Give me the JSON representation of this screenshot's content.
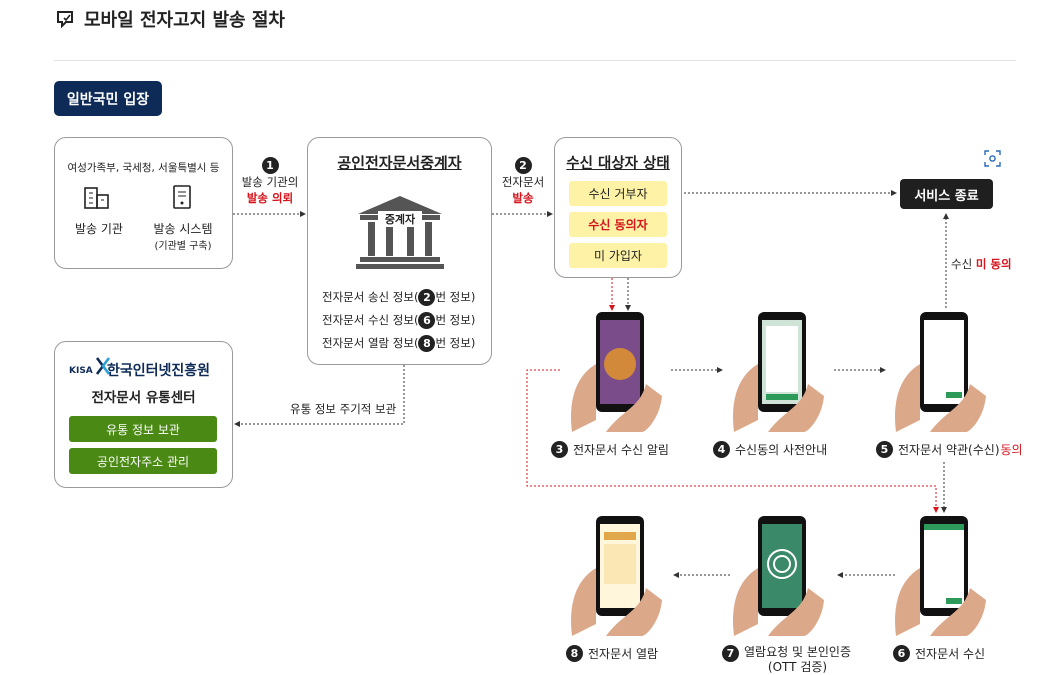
{
  "page": {
    "title": "모바일 전자고지 발송 절차"
  },
  "entry_label": "일반국민 입장",
  "sender_box": {
    "heading": "여성가족부, 국세청, 서울특별시 등",
    "agency_label": "발송 기관",
    "system_label": "발송 시스템",
    "system_sub": "(기관별 구축)"
  },
  "step1": {
    "num": "1",
    "line1": "발송 기관의",
    "line2": "발송 의뢰"
  },
  "broker_box": {
    "title": "공인전자문서중계자",
    "building_label": "중계자",
    "info": [
      {
        "prefix": "전자문서 송신 정보(",
        "num": "2",
        "suffix": "번 정보)"
      },
      {
        "prefix": "전자문서 수신 정보(",
        "num": "6",
        "suffix": "번 정보)"
      },
      {
        "prefix": "전자문서 열람 정보(",
        "num": "8",
        "suffix": "번 정보)"
      }
    ]
  },
  "step2": {
    "num": "2",
    "line1": "전자문서",
    "line2": "발송"
  },
  "receiver_box": {
    "title": "수신 대상자 상태",
    "states": [
      "수신 거부자",
      "수신 동의자",
      "미 가입자"
    ]
  },
  "service_end": "서비스 종료",
  "no_consent": {
    "prefix": "수신",
    "highlight": "미 동의"
  },
  "kisa_box": {
    "logo_text": "KISA",
    "org_name": "한국인터넷진흥원",
    "center_name": "전자문서 유통센터",
    "buttons": [
      "유통 정보 보관",
      "공인전자주소 관리"
    ]
  },
  "periodic_label": "유통 정보 주기적 보관",
  "phone_steps": [
    {
      "num": "3",
      "label": "전자문서 수신 알림",
      "highlight": ""
    },
    {
      "num": "4",
      "label": "수신동의 사전안내",
      "highlight": ""
    },
    {
      "num": "5",
      "label": "전자문서 약관(수신)",
      "highlight": "동의"
    },
    {
      "num": "6",
      "label": "전자문서 수신",
      "highlight": ""
    },
    {
      "num": "7",
      "label": "열람요청 및 본인인증",
      "label2": "(OTT 검증)",
      "highlight": ""
    },
    {
      "num": "8",
      "label": "전자문서 열람",
      "highlight": ""
    }
  ],
  "colors": {
    "navy": "#0e2b57",
    "green": "#4a8a14",
    "red": "#d6141c",
    "yellow": "#fdf2a6"
  }
}
